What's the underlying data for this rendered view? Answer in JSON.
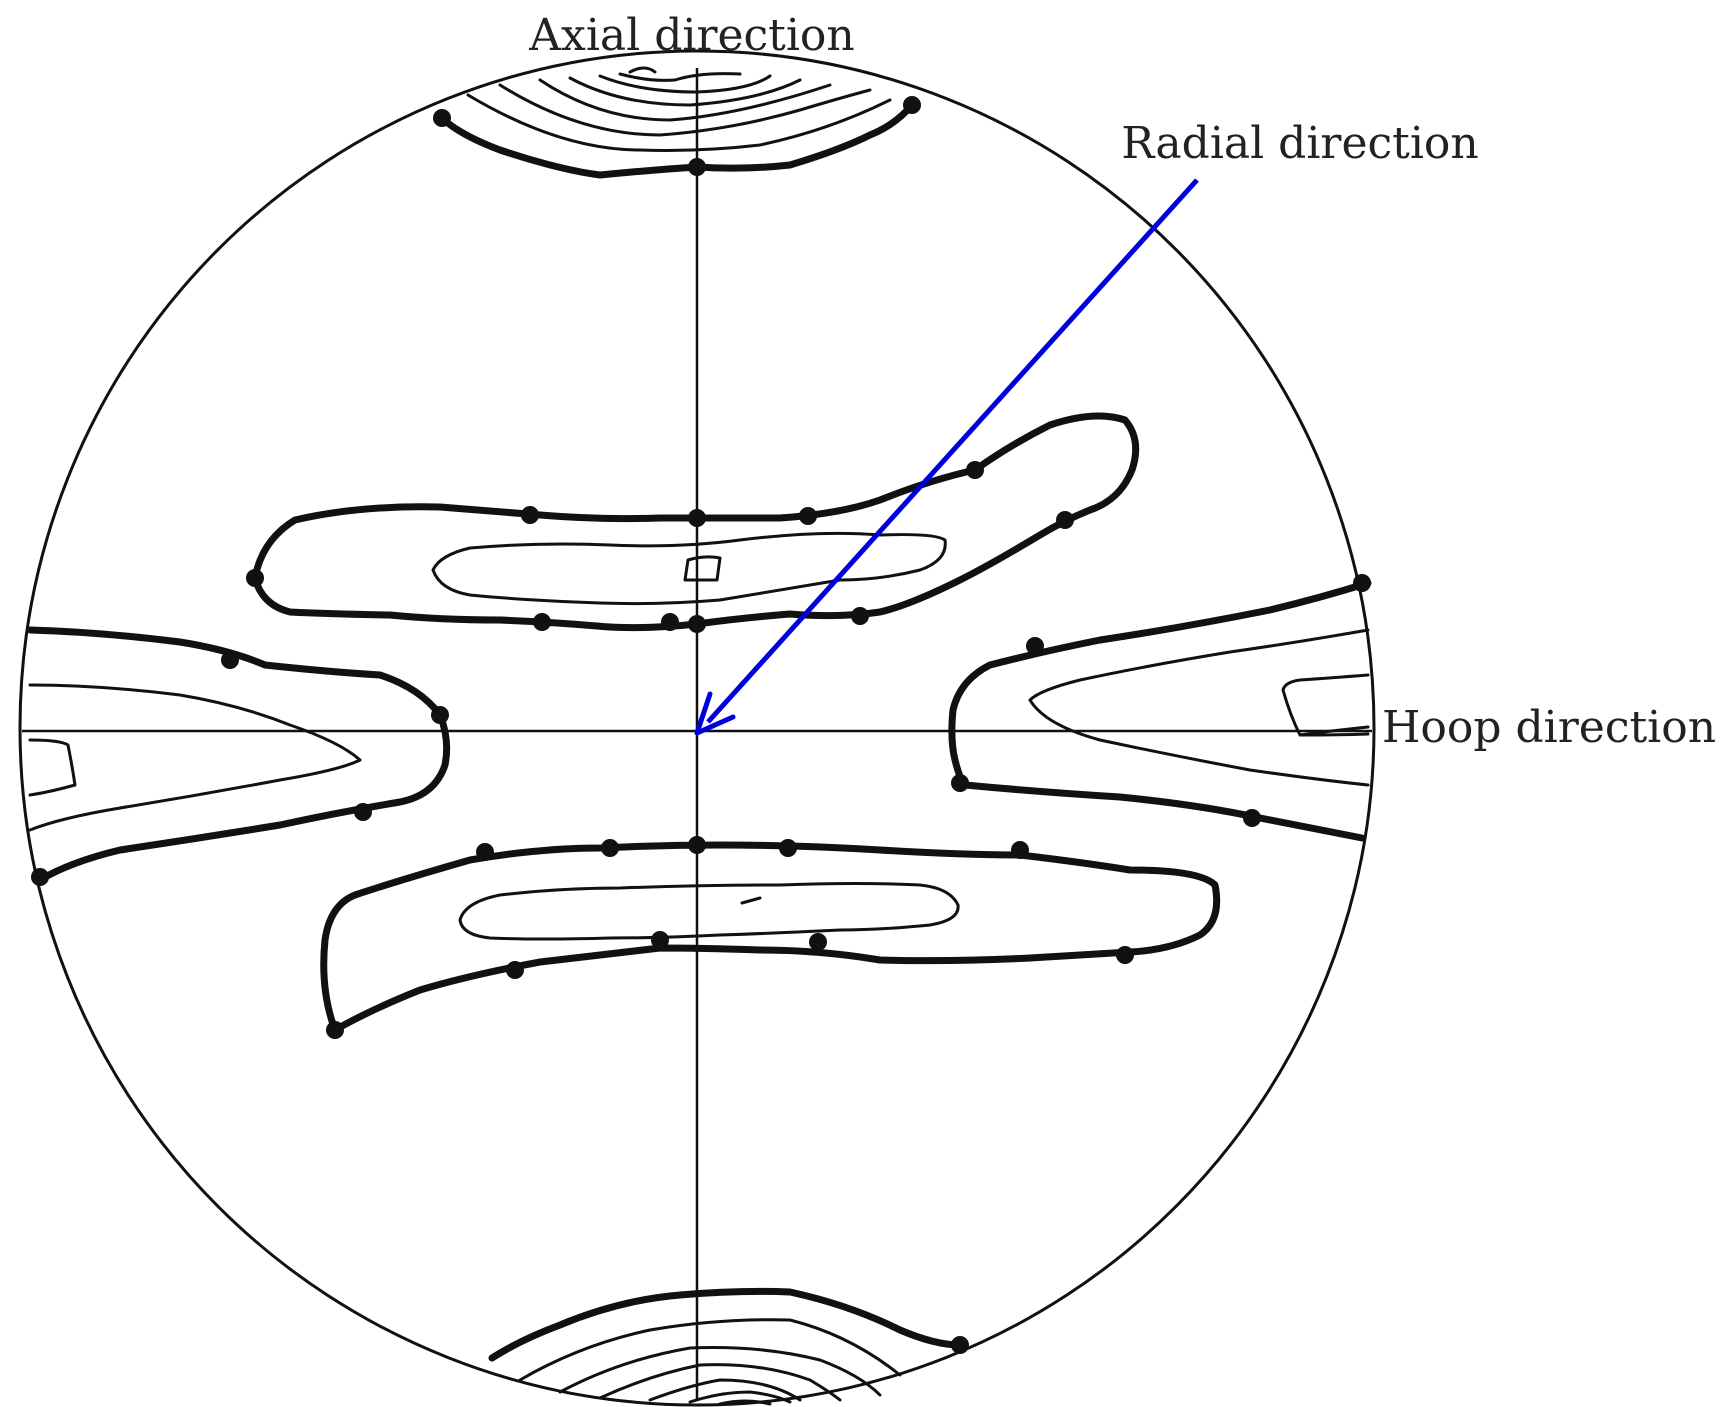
{
  "labels": {
    "axial": "Axial direction",
    "radial": "Radial direction",
    "hoop": "Hoop direction"
  },
  "colors": {
    "line": "#111111",
    "arrow": "#0000dd",
    "text": "#222222"
  }
}
